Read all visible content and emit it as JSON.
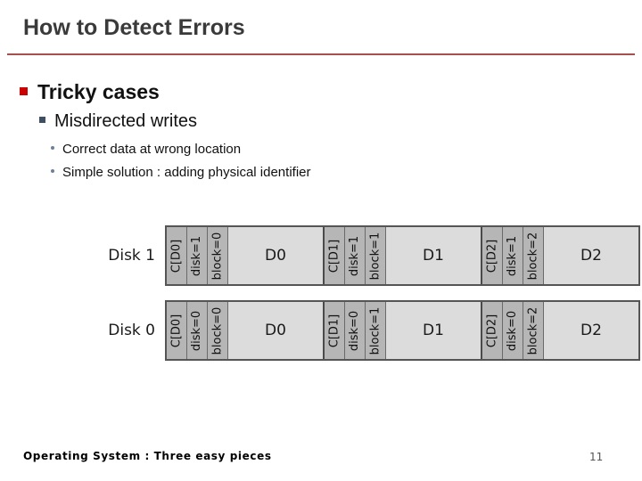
{
  "slide": {
    "title": "How to Detect Errors",
    "rule_color": "#a5504f",
    "title_color": "#3a3a3a"
  },
  "bullets": [
    {
      "level": 1,
      "text": "Tricky cases",
      "marker": "square-bullet-red",
      "marker_color": "#cc0000"
    },
    {
      "level": 2,
      "text": "Misdirected writes",
      "marker": "square-bullet-slate",
      "marker_color": "#3f4f63"
    },
    {
      "level": 3,
      "text": "Correct data at wrong location",
      "marker": "dot-bullet",
      "marker_color": "#6b8099"
    },
    {
      "level": 3,
      "text": "Simple solution : adding physical identifier",
      "marker": "dot-bullet",
      "marker_color": "#6b8099"
    }
  ],
  "diagram": {
    "name": "disk-layout-diagram",
    "meta_cell_color": "#b6b6b6",
    "data_cell_color": "#dcdcdc",
    "rows": [
      {
        "label": "Disk 1",
        "groups": [
          {
            "checksum": "C[D0]",
            "disk": "disk=1",
            "block": "block=0",
            "data": "D0"
          },
          {
            "checksum": "C[D1]",
            "disk": "disk=1",
            "block": "block=1",
            "data": "D1"
          },
          {
            "checksum": "C[D2]",
            "disk": "disk=1",
            "block": "block=2",
            "data": "D2"
          }
        ]
      },
      {
        "label": "Disk 0",
        "groups": [
          {
            "checksum": "C[D0]",
            "disk": "disk=0",
            "block": "block=0",
            "data": "D0"
          },
          {
            "checksum": "C[D1]",
            "disk": "disk=0",
            "block": "block=1",
            "data": "D1"
          },
          {
            "checksum": "C[D2]",
            "disk": "disk=0",
            "block": "block=2",
            "data": "D2"
          }
        ]
      }
    ]
  },
  "footer": {
    "text": "Operating System : Three easy pieces",
    "page_number": "11"
  }
}
